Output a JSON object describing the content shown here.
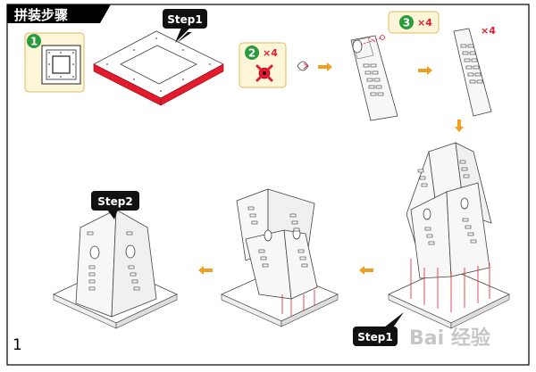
{
  "header": {
    "title": "拼装步骤"
  },
  "callouts": {
    "step1_top": "Step1",
    "step2": "Step2",
    "step1_bottom": "Step1"
  },
  "badges": {
    "one": "1",
    "two": "2",
    "three": "3",
    "count_two": "×4",
    "count_three": "×4",
    "count_panel": "×4"
  },
  "page_number": "1",
  "watermark": "Bai 经验",
  "colors": {
    "frame": "#000000",
    "accent_red": "#e31b2e",
    "badge_green": "#2a9a3a",
    "arrow_orange": "#f0a020",
    "callout_bg": "#111111",
    "panel_fill": "#f7f7f7",
    "badge_box": "#fdf6d8",
    "badge_box_border": "#e0b860"
  },
  "icons": [
    "orange-arrow-icon",
    "red-connector-icon",
    "clip-icon"
  ]
}
